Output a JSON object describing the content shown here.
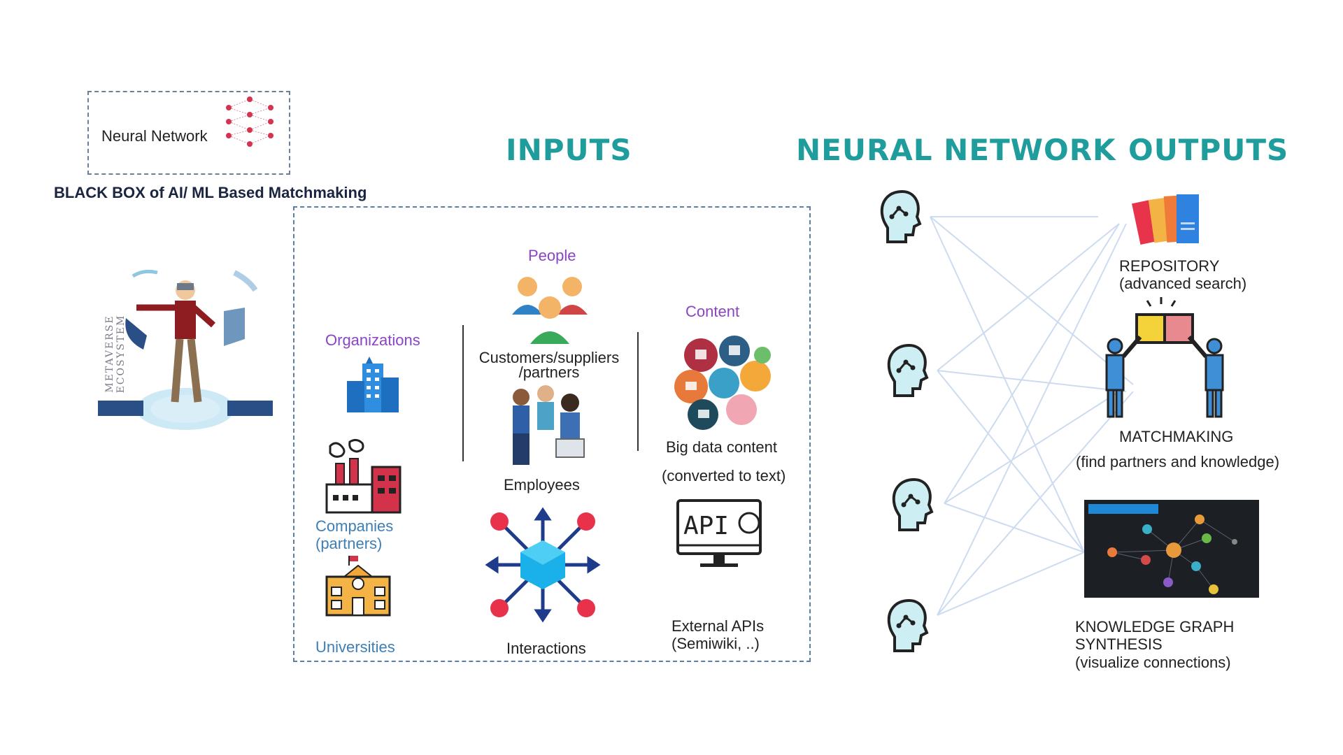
{
  "legend": {
    "label": "Neural Network",
    "caption": "BLACK BOX of AI/ ML Based Matchmaking"
  },
  "headings": {
    "inputs": "INPUTS",
    "neural": "NEURAL NETWORK",
    "outputs": "OUTPUTS"
  },
  "metaverse": {
    "vertical_text": "METAVERSE ECOSYSTEM"
  },
  "inputs": {
    "organizations": {
      "title": "Organizations",
      "companies": "Companies\n(partners)",
      "universities": "Universities"
    },
    "people": {
      "title": "People",
      "customers": "Customers/suppliers\n/partners",
      "employees": "Employees",
      "interactions": "Interactions"
    },
    "content": {
      "title": "Content",
      "big_data": "Big data content",
      "converted": "(converted to text)",
      "api_text": "API",
      "external": "External APIs\n(Semiwiki, ..)"
    }
  },
  "outputs": {
    "repository": "REPOSITORY\n(advanced search)",
    "matchmaking": "MATCHMAKING",
    "matchmaking_sub": "(find partners and knowledge)",
    "knowledge": "KNOWLEDGE GRAPH\nSYNTHESIS\n(visualize connections)"
  },
  "colors": {
    "accent": "#1f9c9c",
    "purple": "#8a45c4",
    "blue": "#3d7fb5",
    "dash": "#5a7fa6",
    "head_fill": "#cdeef2"
  },
  "icons": [
    "neural-network-icon",
    "brain-head-icon",
    "office-building-icon",
    "factory-icon",
    "university-icon",
    "people-group-icon",
    "employees-icon",
    "network-hub-icon",
    "colorful-bubbles-icon",
    "api-monitor-icon",
    "books-icon",
    "puzzle-handshake-icon",
    "knowledge-graph-screen-icon",
    "vr-person-icon"
  ]
}
